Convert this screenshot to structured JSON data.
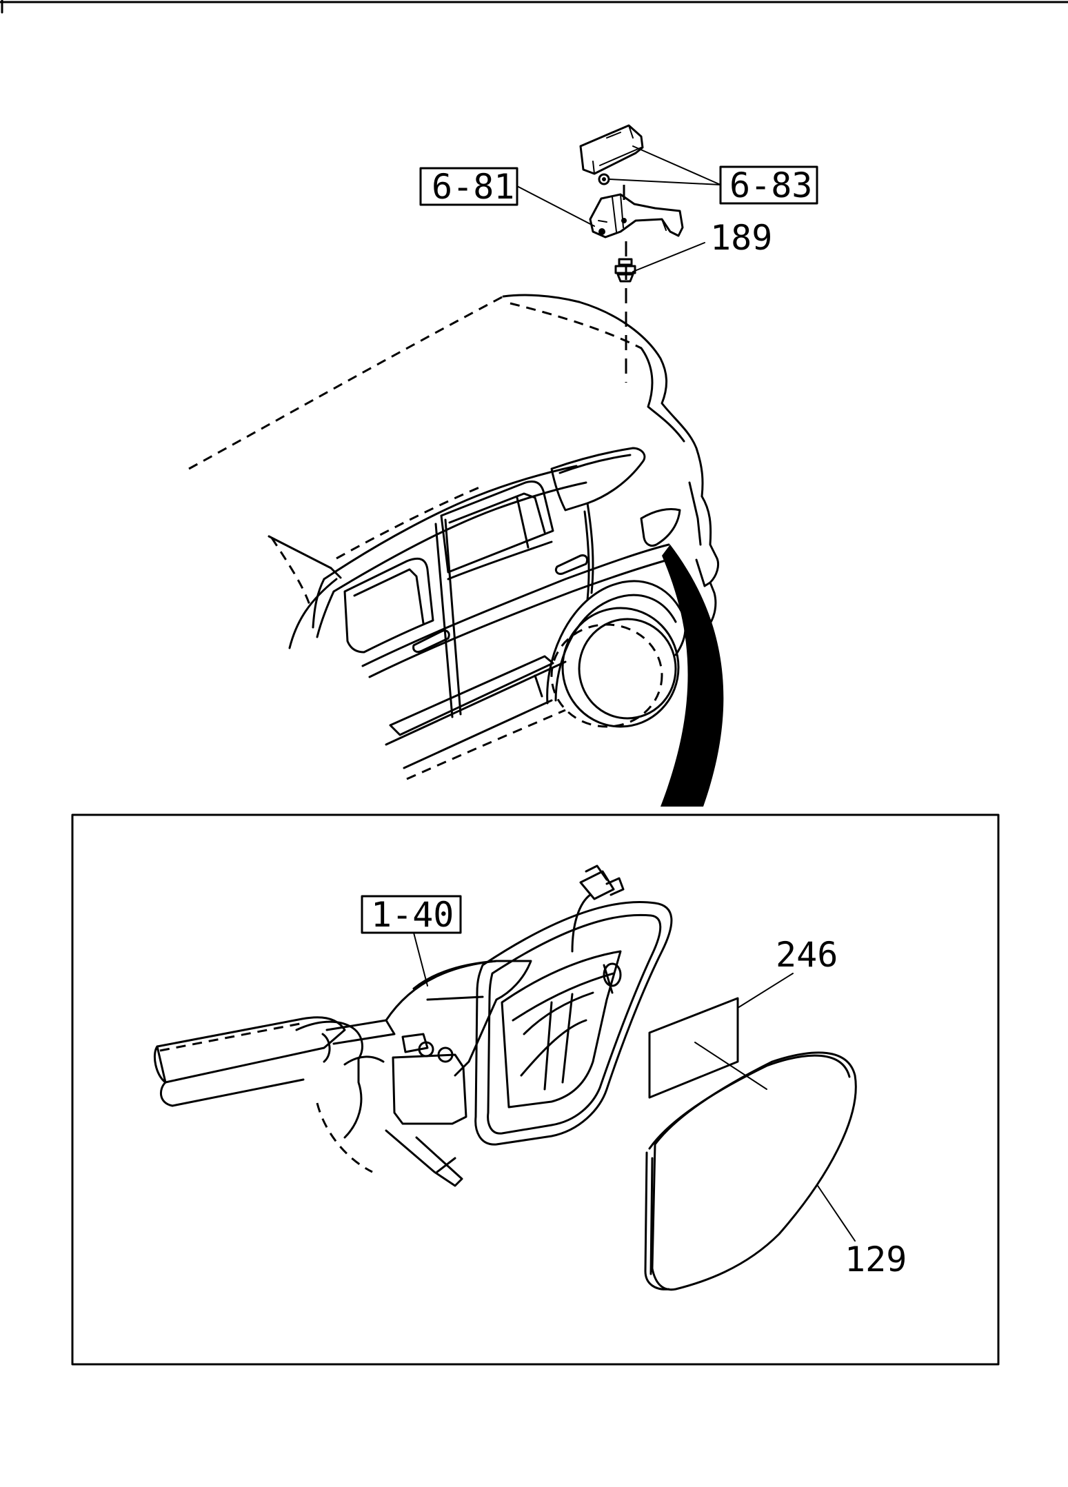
{
  "callouts": {
    "ref_6_81": "6-81",
    "ref_6_83": "6-83",
    "part_189": "189",
    "ref_1_40": "1-40",
    "part_246": "246",
    "part_129": "129"
  },
  "colors": {
    "ink": "#000000",
    "paper": "#ffffff"
  }
}
